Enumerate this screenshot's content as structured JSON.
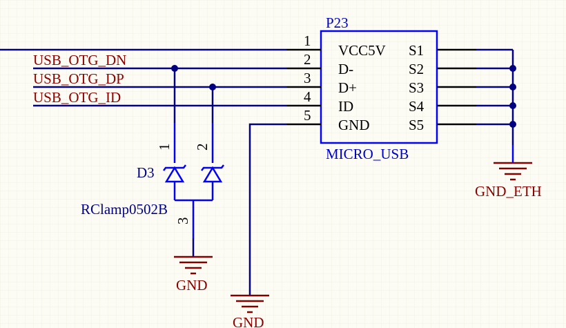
{
  "component": {
    "designator": "P23",
    "value": "MICRO_USB",
    "pins_left": [
      {
        "num": "1",
        "name": "VCC5V"
      },
      {
        "num": "2",
        "name": "D-"
      },
      {
        "num": "3",
        "name": "D+"
      },
      {
        "num": "4",
        "name": "ID"
      },
      {
        "num": "5",
        "name": "GND"
      }
    ],
    "pins_right": [
      "S1",
      "S2",
      "S3",
      "S4",
      "S5"
    ]
  },
  "nets": {
    "dn": "USB_OTG_DN",
    "dp": "USB_OTG_DP",
    "id": "USB_OTG_ID"
  },
  "diode": {
    "designator": "D3",
    "value": "RClamp0502B",
    "pins": [
      "1",
      "2",
      "3"
    ]
  },
  "power": {
    "gnd_diode": "GND",
    "gnd_conn": "GND",
    "gnd_eth": "GND_ETH"
  },
  "colors": {
    "background": "#fdfcf4",
    "wire": "#000080",
    "component": "#0000ff",
    "net_label": "#8b0000",
    "pin_line": "#000000"
  }
}
